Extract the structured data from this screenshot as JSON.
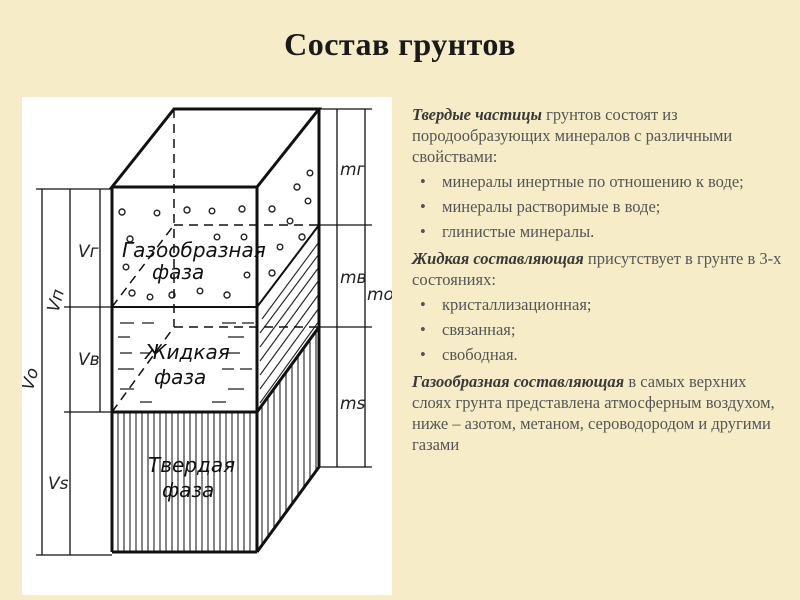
{
  "title": "Состав грунтов",
  "diagram": {
    "phase_gas_line1": "Газообразная",
    "phase_gas_line2": "фаза",
    "phase_liquid_line1": "Жидкая",
    "phase_liquid_line2": "фаза",
    "phase_solid_line1": "Твердая",
    "phase_solid_line2": "фаза",
    "label_vg": "Vг",
    "label_vp": "Vп",
    "label_vv": "Vв",
    "label_vo": "Vо",
    "label_vs": "Vs",
    "label_mg": "mг",
    "label_mv": "mв",
    "label_mo": "mо",
    "label_ms": "ms"
  },
  "text": {
    "solid_em": "Твердые частицы",
    "solid_rest": " грунтов состоят из породообразующих минералов с различными свойствами:",
    "solid_items": [
      "минералы инертные по отношению к воде;",
      "минералы растворимые в воде;",
      "глинистые минералы."
    ],
    "liquid_em": "Жидкая составляющая",
    "liquid_rest": " присутствует в грунте в 3-х состояниях:",
    "liquid_items": [
      "кристаллизационная;",
      "связанная;",
      "свободная."
    ],
    "gas_em": "Газообразная составляющая",
    "gas_rest": " в самых верхних слоях грунта представлена атмосферным воздухом, ниже – азотом, метаном, сероводородом и другими газами"
  }
}
